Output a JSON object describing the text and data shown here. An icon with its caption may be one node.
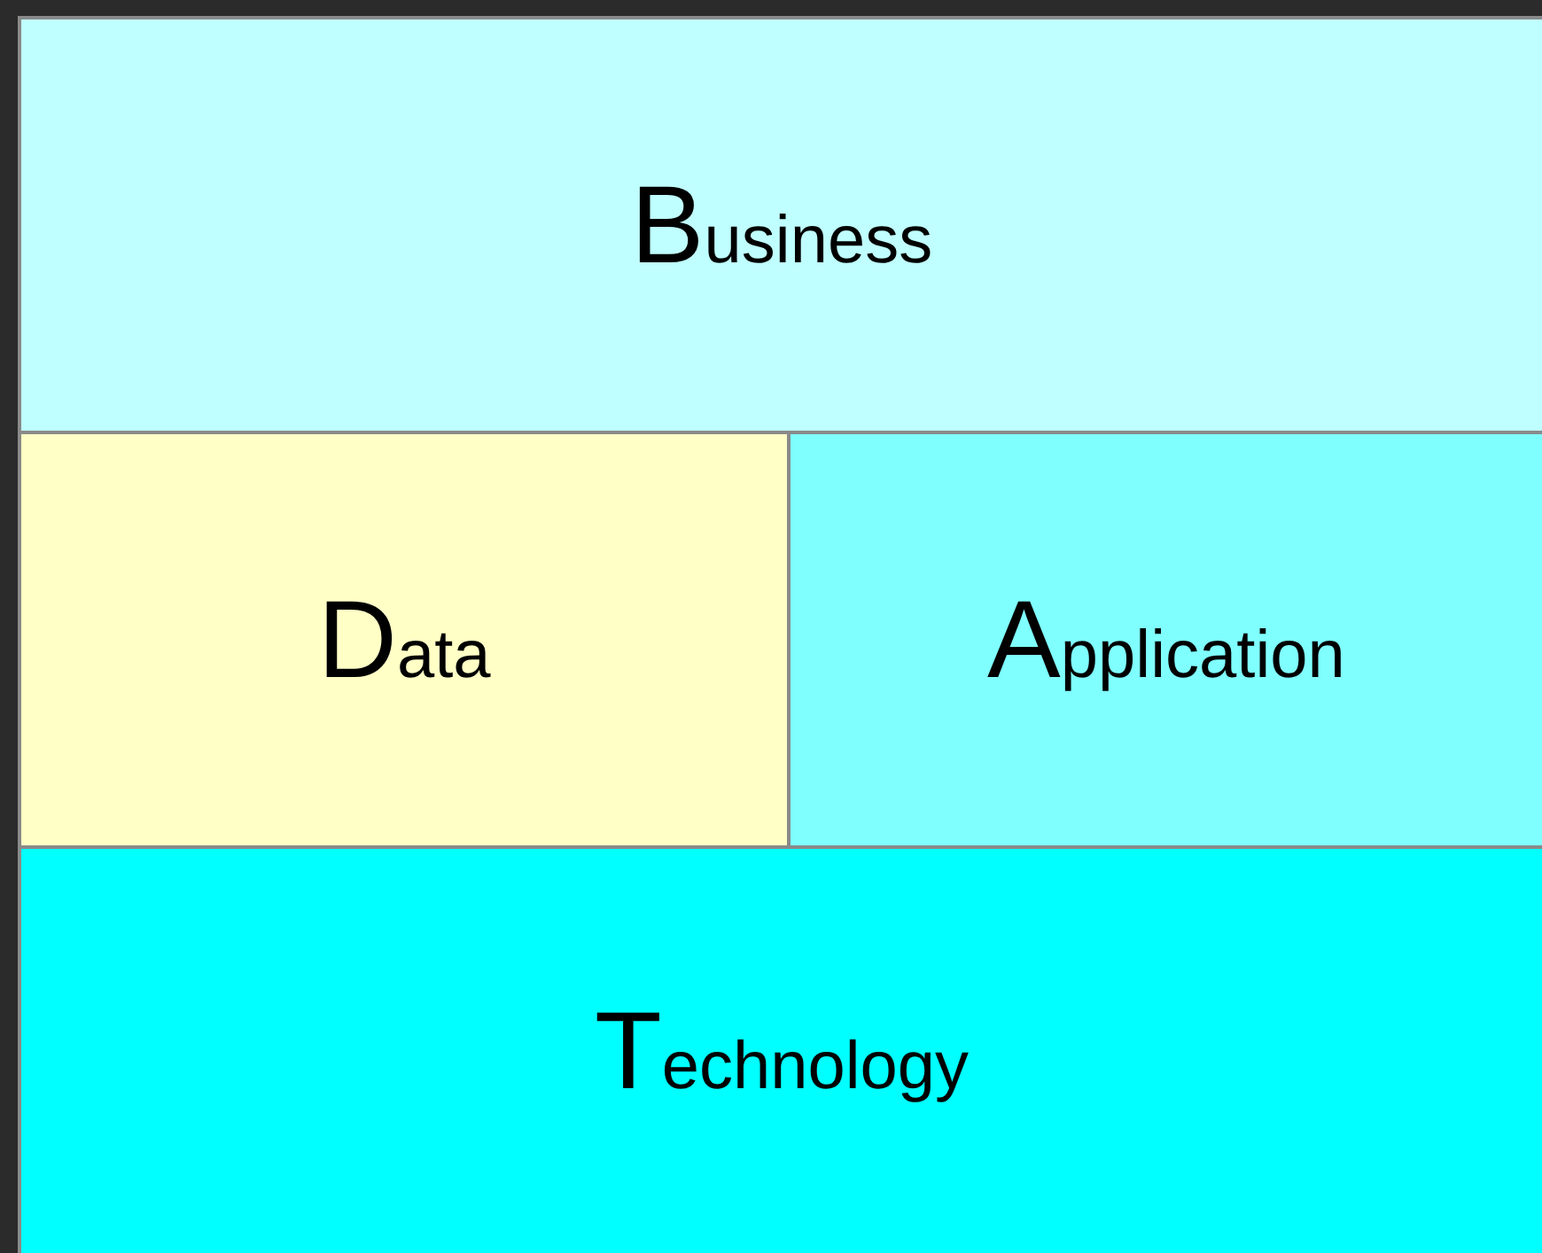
{
  "diagram": {
    "nodes": [
      {
        "text": [
          "Business"
        ]
      },
      {
        "text": [
          "Data"
        ]
      },
      {
        "text": [
          "Application"
        ]
      },
      {
        "text": [
          "Technology"
        ]
      }
    ]
  }
}
